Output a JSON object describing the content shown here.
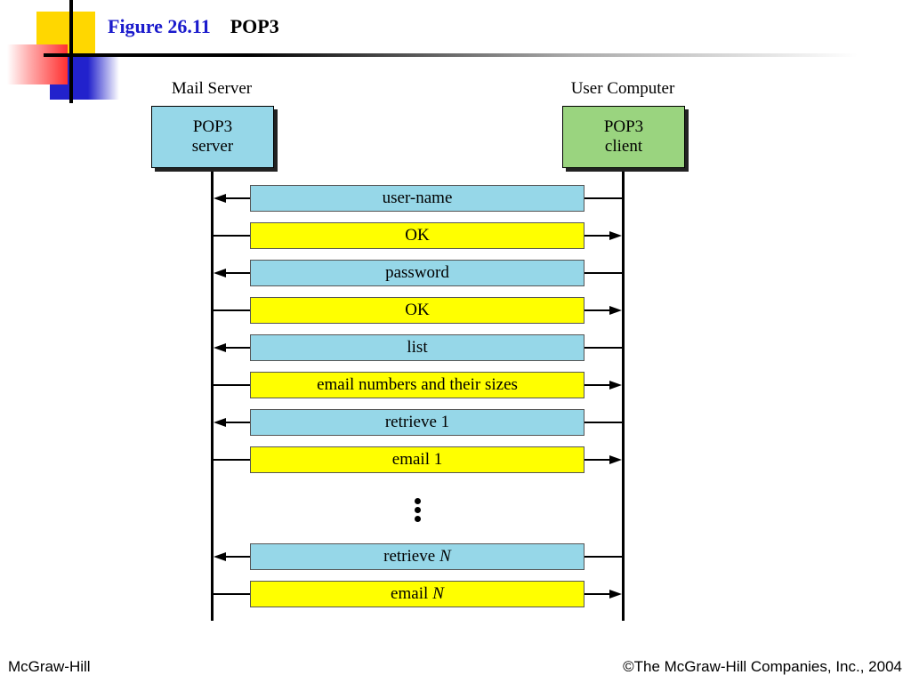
{
  "slide": {
    "figure_number": "Figure 26.11",
    "title": "POP3"
  },
  "diagram": {
    "left_entity": {
      "caption": "Mail Server",
      "line1": "POP3",
      "line2": "server",
      "color": "#96d7e8"
    },
    "right_entity": {
      "caption": "User Computer",
      "line1": "POP3",
      "line2": "client",
      "color": "#9ad47f"
    },
    "messages": [
      {
        "label": "user-name",
        "direction": "to-server"
      },
      {
        "label": "OK",
        "direction": "to-client"
      },
      {
        "label": "password",
        "direction": "to-server"
      },
      {
        "label": "OK",
        "direction": "to-client"
      },
      {
        "label": "list",
        "direction": "to-server"
      },
      {
        "label": "email numbers and their sizes",
        "direction": "to-client"
      },
      {
        "label": "retrieve 1",
        "direction": "to-server"
      },
      {
        "label": "email 1",
        "direction": "to-client"
      },
      {
        "label": "retrieve",
        "label_var": "N",
        "direction": "to-server"
      },
      {
        "label": "email",
        "label_var": "N",
        "direction": "to-client"
      }
    ],
    "ellipsis": "⋮",
    "colors": {
      "to_server": "#96d7e8",
      "to_client": "#ffff00"
    }
  },
  "footer": {
    "left": "McGraw-Hill",
    "right": "©The McGraw-Hill Companies, Inc., 2004"
  }
}
